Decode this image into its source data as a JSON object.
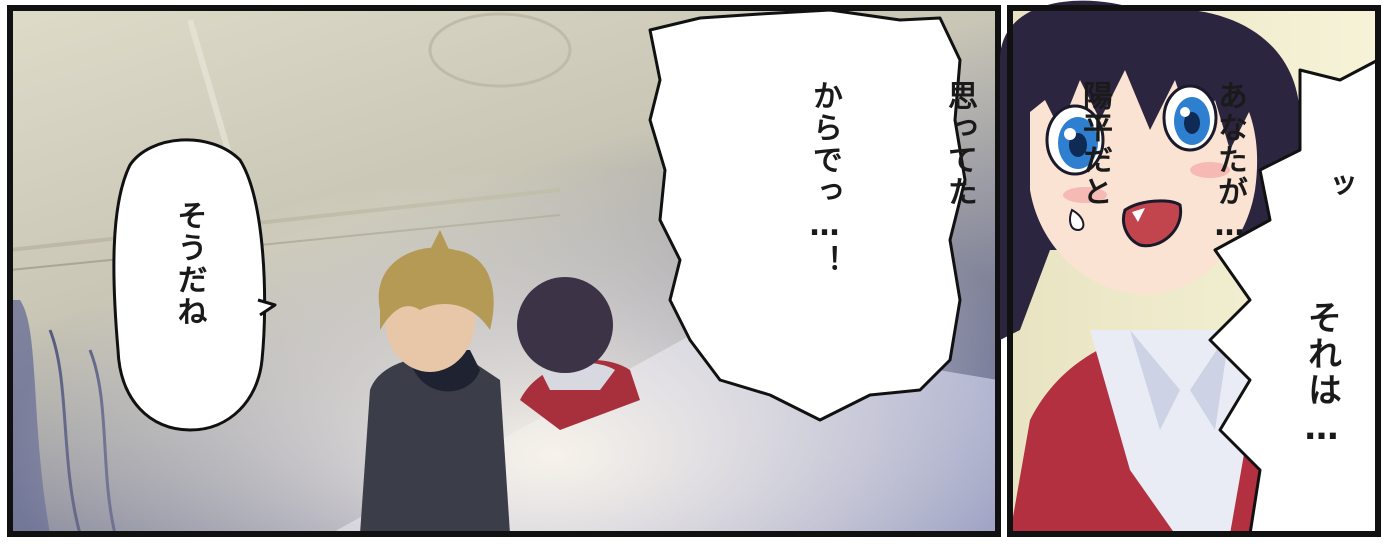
{
  "panels": {
    "left": {
      "bubble_small": {
        "text": "そうだね"
      },
      "bubble_large": {
        "lines": [
          "あなたが…",
          "陽平だと",
          "思ってた",
          "からでっ…！"
        ]
      }
    },
    "right": {
      "sfx": "ッ",
      "exclaim": "それは…"
    }
  },
  "colors": {
    "ink": "#111111",
    "paper": "#ffffff",
    "wall": "#d9d6c5",
    "shadow": "#5f6690",
    "uniform_red": "#b23040",
    "hair_dark": "#2c2540",
    "eyes": "#2f7fd0",
    "bg_yellow": "#f3efc6"
  }
}
